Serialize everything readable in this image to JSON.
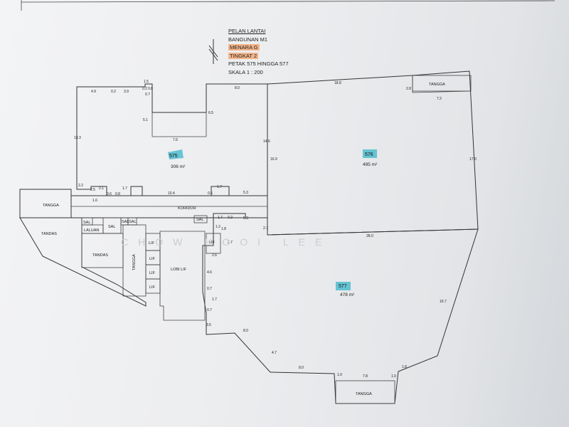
{
  "title_block": {
    "line1": "PELAN LANTAI",
    "line2": "BANGUNAN M1",
    "line3": "MENARA  G",
    "line4": "TINGKAT 2",
    "line5": "PETAK  575 HINGGA 577",
    "line6": "SKALA 1 : 200"
  },
  "lots": {
    "lot575": {
      "label": "575",
      "area": "306 m²"
    },
    "lot576": {
      "label": "576",
      "area": "495 m²"
    },
    "lot577": {
      "label": "577",
      "area": "478 m²"
    }
  },
  "rooms": {
    "tangga_left": "TANGGA",
    "tangga_topright": "TANGGA",
    "tangga_bottom": "TANGGA",
    "tandas1": "TANDAS",
    "tandas2": "TANDAS",
    "laluan": "LALUAN",
    "koridor": "KORIDOR",
    "tangga_vertical": "TANGGA",
    "lobi_lif": "LOBI LIF",
    "sal": "SAL",
    "lif": "LIF"
  },
  "dimensions": [
    "4.9",
    "0.2",
    "3.9",
    "1.5",
    "0.2",
    "0.7",
    "0.8",
    "8.0",
    "18.8",
    "2.8",
    "7.2",
    "5.1",
    "6.5",
    "7.6",
    "13.3",
    "14.6",
    "16.9",
    "17.0",
    "2.2",
    "2.5",
    "2.1",
    "1.7",
    "0.6",
    "0.8",
    "10.4",
    "0.6",
    "1.7",
    "5.3",
    "1.6",
    "1.7",
    "0.2",
    "5.3",
    "1.2",
    "1.8",
    "2.7",
    "28.0",
    "2.7",
    "2.6",
    "4.6",
    "0.7",
    "1.7",
    "0.7",
    "3.5",
    "8.0",
    "4.7",
    "16.7",
    "8.0",
    "1.0",
    "7.8",
    "1.8",
    "1.0"
  ],
  "watermark": "CHOW HOOI LEE",
  "highlight_color": "#f3b58a",
  "lot_tag_color": "#39b6c9"
}
